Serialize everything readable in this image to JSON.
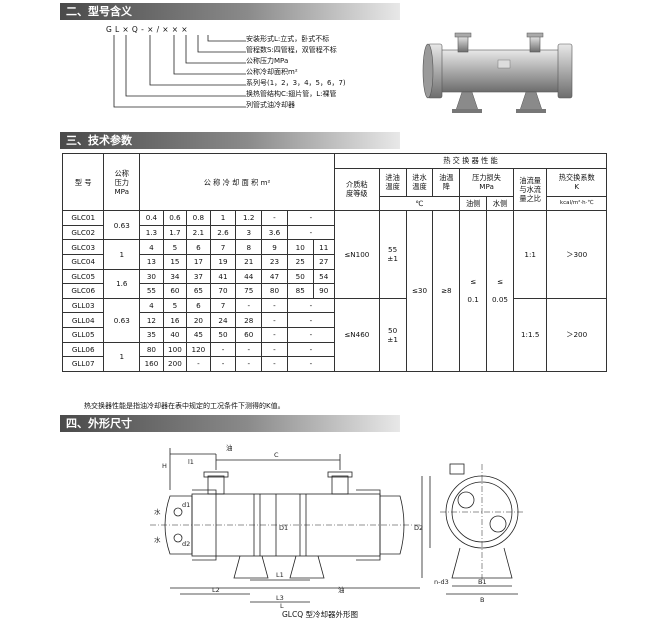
{
  "sections": {
    "model": "二、型号含义",
    "params": "三、技术参数",
    "shape": "四、外形尺寸"
  },
  "model_code": "GL×Q-×/×××",
  "legend": [
    "安装形式L:立式，卧式不标",
    "管程数S:四管程，双管程不标",
    "公称压力MPa",
    "公称冷却面积m²",
    "系列号(1，2，3，4，5，6，7)",
    "换热管结构C:翅片管，L:裸管",
    "列管式油冷却器"
  ],
  "table": {
    "h_model": "型 号",
    "h_pressure": [
      "公称",
      "压力",
      "MPa"
    ],
    "h_area": "公 称 冷 却 面 积 m²",
    "h_perf": "热 交 换 器 性 能",
    "h_visc": [
      "介质粘",
      "度等级"
    ],
    "h_oil_temp": [
      "进油",
      "温度"
    ],
    "h_water_temp": [
      "进水",
      "温度"
    ],
    "h_oil_drop": [
      "油温",
      "降"
    ],
    "h_loss": [
      "压力损失",
      "MPa"
    ],
    "h_ratio": [
      "油流量",
      "与水流",
      "量之比"
    ],
    "h_k": [
      "热交换系数",
      "K"
    ],
    "u_temp": "℃",
    "u_oil_side": "油侧",
    "u_water_side": "水侧",
    "u_k": "kcal/m²·h·℃",
    "rows": [
      {
        "model": "GLC01",
        "areas": [
          "0.4",
          "0.6",
          "0.8",
          "1",
          "1.2",
          "-",
          "-"
        ]
      },
      {
        "model": "GLC02",
        "areas": [
          "1.3",
          "1.7",
          "2.1",
          "2.6",
          "3",
          "3.6",
          "-"
        ]
      },
      {
        "model": "GLC03",
        "areas": [
          "4",
          "5",
          "6",
          "7",
          "8",
          "9",
          "10",
          "11"
        ]
      },
      {
        "model": "GLC04",
        "areas": [
          "13",
          "15",
          "17",
          "19",
          "21",
          "23",
          "25",
          "27"
        ]
      },
      {
        "model": "GLC05",
        "areas": [
          "30",
          "34",
          "37",
          "41",
          "44",
          "47",
          "50",
          "54"
        ]
      },
      {
        "model": "GLC06",
        "areas": [
          "55",
          "60",
          "65",
          "70",
          "75",
          "80",
          "85",
          "90"
        ]
      },
      {
        "model": "GLL03",
        "areas": [
          "4",
          "5",
          "6",
          "7",
          "-",
          "-",
          "-"
        ]
      },
      {
        "model": "GLL04",
        "areas": [
          "12",
          "16",
          "20",
          "24",
          "28",
          "-",
          "-"
        ]
      },
      {
        "model": "GLL05",
        "areas": [
          "35",
          "40",
          "45",
          "50",
          "60",
          "-",
          "-"
        ]
      },
      {
        "model": "GLL06",
        "areas": [
          "80",
          "100",
          "120",
          "-",
          "-",
          "-",
          "-"
        ]
      },
      {
        "model": "GLL07",
        "areas": [
          "160",
          "200",
          "-",
          "-",
          "-",
          "-",
          "-"
        ]
      }
    ],
    "pressure_a": "0.63",
    "pressure_b": "1",
    "pressure_c": "1.6",
    "pressure_d": "0.63",
    "pressure_e": "1",
    "visc_a": "≤N100",
    "visc_b": "≤N460",
    "oil_temp_a": [
      "55",
      "±1"
    ],
    "oil_temp_b": [
      "50",
      "±1"
    ],
    "water_temp": "≤30",
    "oil_drop": "≥8",
    "loss_le": "≤",
    "loss_oil": "0.1",
    "loss_water": "0.05",
    "ratio_a": "1:1",
    "ratio_b": "1:1.5",
    "k_a": "＞300",
    "k_b": "＞200"
  },
  "note": "热交换器性能是指油冷却器在表中规定的工况条件下测得的K值。",
  "drawing": {
    "labels": {
      "oil_top": "油",
      "water_top": "水",
      "water_bottom": "水",
      "oil_bottom": "油",
      "H": "H",
      "l1": "l1",
      "C": "C",
      "L1": "L1",
      "L2": "L2",
      "L3": "L3",
      "L": "L",
      "D1": "D1",
      "D2": "D2",
      "d1": "d1",
      "d2": "d2",
      "B": "B",
      "B1": "B1",
      "holes": "n-d3"
    },
    "caption": "GLCQ 型冷却器外形图"
  }
}
